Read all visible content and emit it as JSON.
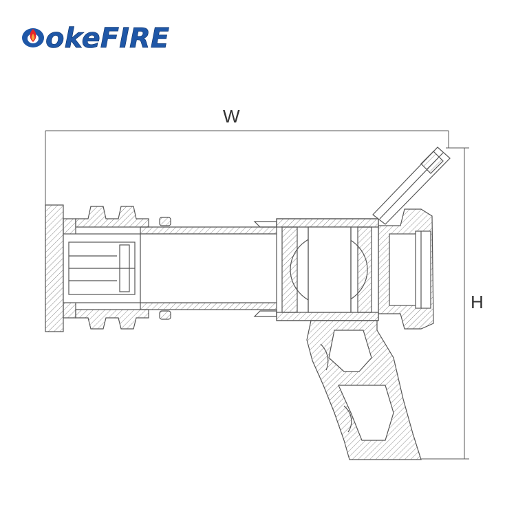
{
  "logo": {
    "text": "okeFIRE",
    "brand_color": "#1f57a7",
    "accent_color": "#e5262b",
    "icon": "flame-icon"
  },
  "dimensions": {
    "width_label": "W",
    "height_label": "H"
  },
  "drawing": {
    "subject": "nozzle-cross-section",
    "line_color": "#555555",
    "hatch_color": "#888888"
  }
}
